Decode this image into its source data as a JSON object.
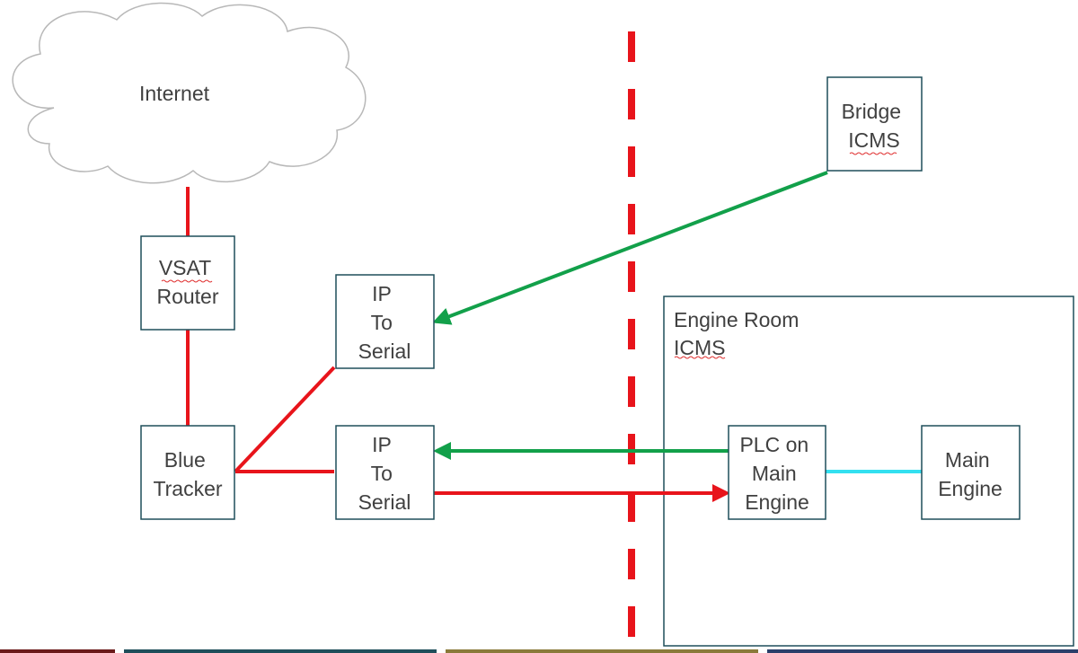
{
  "nodes": {
    "internet": {
      "label": "Internet"
    },
    "vsat_router": {
      "lines": [
        "VSAT",
        "Router"
      ]
    },
    "blue_tracker": {
      "lines": [
        "Blue",
        "Tracker"
      ]
    },
    "ip_to_serial_top": {
      "lines": [
        "IP",
        "To",
        "Serial"
      ]
    },
    "ip_to_serial_bottom": {
      "lines": [
        "IP",
        "To",
        "Serial"
      ]
    },
    "bridge_icms": {
      "lines": [
        "Bridge",
        "ICMS"
      ]
    },
    "engine_room_icms": {
      "lines": [
        "Engine Room",
        "ICMS"
      ]
    },
    "plc_on_main_engine": {
      "lines": [
        "PLC on",
        "Main",
        "Engine"
      ]
    },
    "main_engine": {
      "lines": [
        "Main",
        "Engine"
      ]
    }
  },
  "colors": {
    "box_border": "#1f4e5a",
    "red_link": "#e8141b",
    "green_link": "#12a04a",
    "cyan_link": "#33e0f0",
    "cloud_stroke": "#b8b8b8",
    "text": "#404040"
  }
}
